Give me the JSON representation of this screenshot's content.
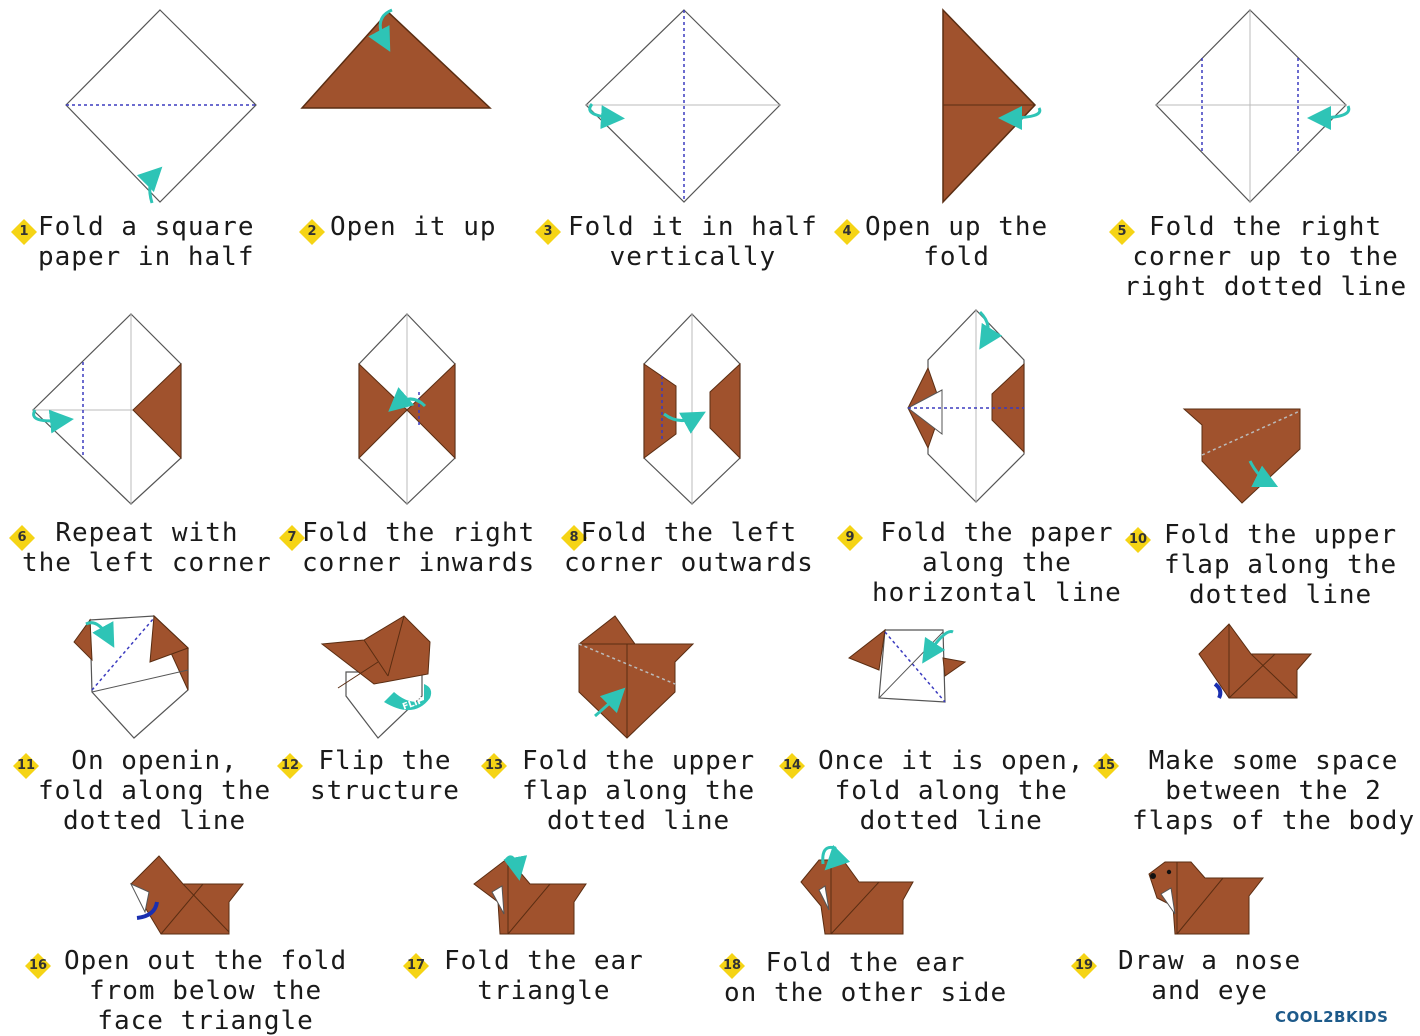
{
  "colors": {
    "paper_brown": "#a0522d",
    "arrow_teal": "#2ec4b6",
    "badge_yellow": "#f5d415",
    "fold_line": "#3b3bbf",
    "arrow_blue": "#1a2fb0"
  },
  "steps": [
    {
      "num": "1",
      "lines": [
        "Fold a square",
        "paper in half"
      ]
    },
    {
      "num": "2",
      "lines": [
        "Open it up"
      ]
    },
    {
      "num": "3",
      "lines": [
        "Fold it in half",
        "vertically"
      ]
    },
    {
      "num": "4",
      "lines": [
        "Open up the",
        "fold"
      ]
    },
    {
      "num": "5",
      "lines": [
        "Fold the right",
        "corner up to the",
        "right dotted line"
      ]
    },
    {
      "num": "6",
      "lines": [
        "Repeat with",
        "the left corner"
      ]
    },
    {
      "num": "7",
      "lines": [
        "Fold the right",
        "corner inwards"
      ]
    },
    {
      "num": "8",
      "lines": [
        "Fold the left",
        "corner outwards"
      ]
    },
    {
      "num": "9",
      "lines": [
        "Fold the paper",
        "along the",
        "horizontal line"
      ]
    },
    {
      "num": "10",
      "lines": [
        "Fold the upper",
        "flap along the",
        "dotted line"
      ]
    },
    {
      "num": "11",
      "lines": [
        "On openin,",
        "fold along the",
        "dotted line"
      ]
    },
    {
      "num": "12",
      "lines": [
        "Flip the",
        "structure"
      ]
    },
    {
      "num": "13",
      "lines": [
        "Fold the upper",
        "flap along the",
        "dotted line"
      ]
    },
    {
      "num": "14",
      "lines": [
        "Once it is open,",
        "fold along the",
        "dotted line"
      ]
    },
    {
      "num": "15",
      "lines": [
        "Make some space",
        "between the 2",
        "flaps of the body"
      ]
    },
    {
      "num": "16",
      "lines": [
        "Open out the fold",
        "from below the",
        "face triangle"
      ]
    },
    {
      "num": "17",
      "lines": [
        "Fold the ear",
        "triangle"
      ]
    },
    {
      "num": "18",
      "lines": [
        "Fold the ear",
        "on the other side"
      ]
    },
    {
      "num": "19",
      "lines": [
        "Draw a nose",
        "and eye"
      ]
    }
  ],
  "flip_label": "FLIP",
  "logo": "COOL2BKIDS"
}
